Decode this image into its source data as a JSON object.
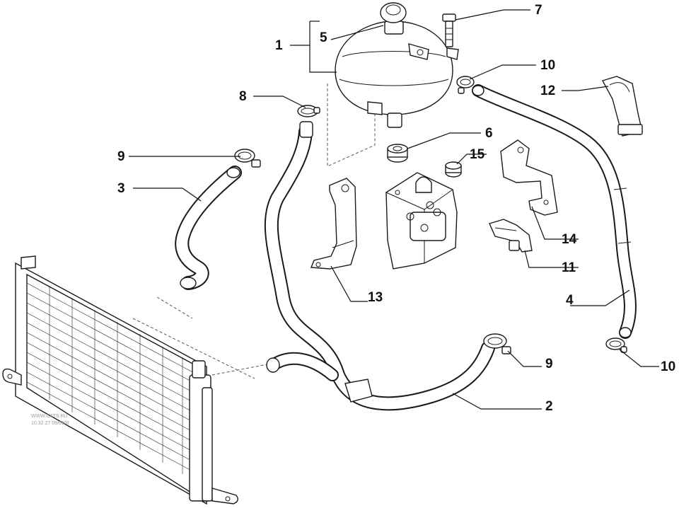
{
  "callouts": {
    "c1": "1",
    "c2": "2",
    "c3": "3",
    "c4": "4",
    "c5": "5",
    "c6": "6",
    "c7": "7",
    "c8": "8",
    "c9a": "9",
    "c9b": "9",
    "c10a": "10",
    "c10b": "10",
    "c11": "11",
    "c12": "12",
    "c13": "13",
    "c14": "14",
    "c15": "15"
  },
  "watermark": {
    "line1": "WWW.CATS.RU",
    "line2": "10.32.27 09/09/R"
  }
}
